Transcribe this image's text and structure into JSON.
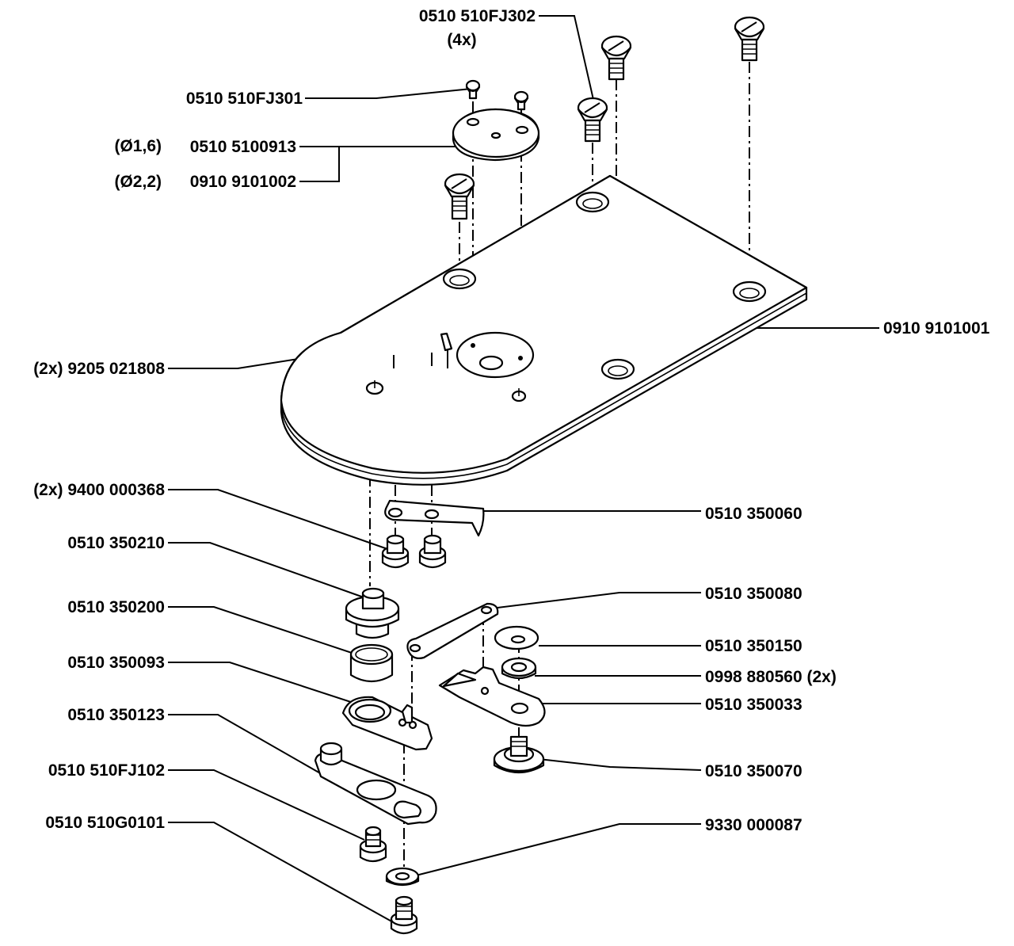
{
  "labels": {
    "fj302": "0510 510FJ302",
    "fj302_qty": "(4x)",
    "fj301": "0510 510FJ301",
    "d16": "(Ø1,6)",
    "p5100913": "0510 5100913",
    "d22": "(Ø2,2)",
    "p9101002": "0910 9101002",
    "p9101001": "0910 9101001",
    "p9205": "(2x) 9205 021808",
    "p9400": "(2x) 9400 000368",
    "p350060": "0510 350060",
    "p350210": "0510 350210",
    "p350080": "0510 350080",
    "p350200": "0510 350200",
    "p350150": "0510 350150",
    "p350093": "0510 350093",
    "p880560": "0998 880560 (2x)",
    "p350033": "0510 350033",
    "p350123": "0510 350123",
    "p350070": "0510 350070",
    "pFJ102": "0510 510FJ102",
    "pG0101": "0510 510G0101",
    "p9330": "9330 000087"
  }
}
